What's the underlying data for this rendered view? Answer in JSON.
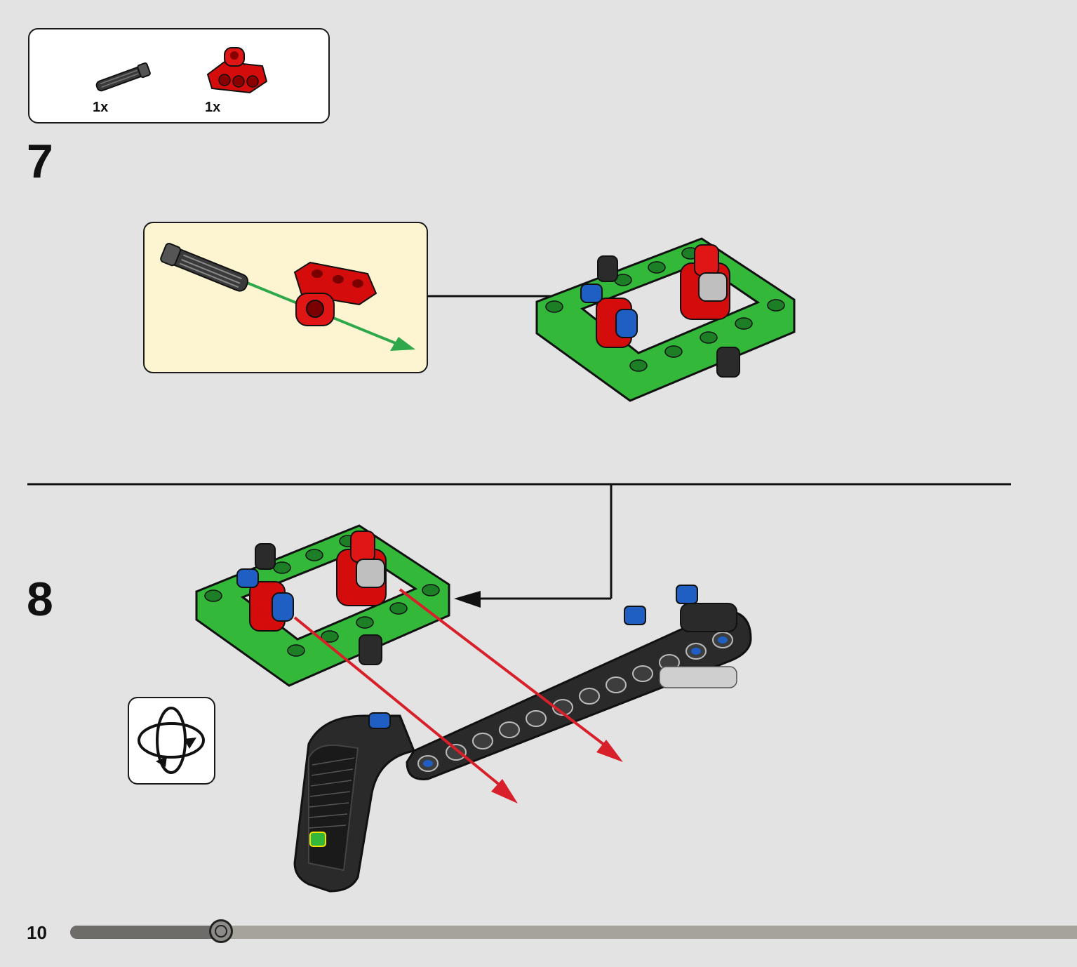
{
  "parts_list": {
    "items": [
      {
        "name": "axle-connector",
        "quantity": "1x",
        "color": "#2b2b2b"
      },
      {
        "name": "red-beam-3",
        "quantity": "1x",
        "color": "#d40c0c"
      }
    ]
  },
  "steps": [
    {
      "number": "7"
    },
    {
      "number": "8"
    }
  ],
  "page": {
    "number": "10",
    "progress": 0.15
  },
  "colors": {
    "background": "#e3e3e3",
    "frame_green": "#33b83a",
    "part_red": "#d40c0c",
    "pin_blue": "#1f5fc4",
    "beam_black": "#2a2a2a",
    "callout_bg": "#fdf5d2",
    "insert_arrow_green": "#2ea84a",
    "motion_arrow_red": "#d8202a"
  },
  "icons": {
    "rotate": "rotate-model-icon"
  }
}
